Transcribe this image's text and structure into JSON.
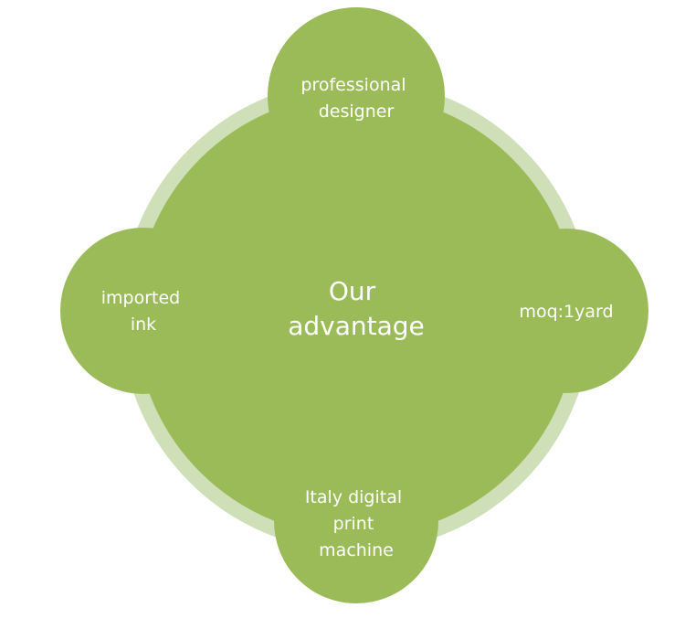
{
  "colors": {
    "node_fill": "#9bbb59",
    "ring_stroke": "#cfdfb7",
    "text": "#ffffff"
  },
  "center": {
    "lines": [
      "Our",
      "advantage"
    ]
  },
  "nodes": {
    "top": {
      "lines": [
        "professional",
        "designer"
      ]
    },
    "right": {
      "lines": [
        "moq:1yard"
      ]
    },
    "bottom": {
      "lines": [
        "Italy digital",
        "print",
        "machine"
      ]
    },
    "left": {
      "lines": [
        "imported",
        "ink"
      ]
    }
  }
}
